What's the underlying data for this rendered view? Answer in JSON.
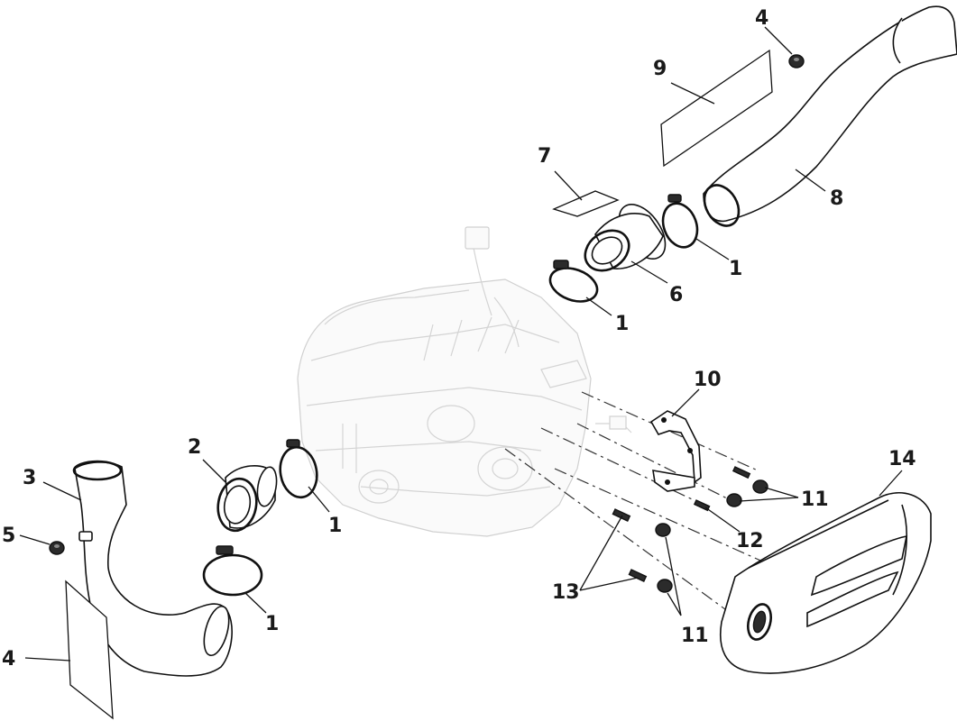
{
  "diagram": {
    "callouts": [
      {
        "id": "c1a",
        "label": "1"
      },
      {
        "id": "c1b",
        "label": "1"
      },
      {
        "id": "c1c",
        "label": "1"
      },
      {
        "id": "c1d",
        "label": "1"
      },
      {
        "id": "c2",
        "label": "2"
      },
      {
        "id": "c3",
        "label": "3"
      },
      {
        "id": "c4a",
        "label": "4"
      },
      {
        "id": "c4b",
        "label": "4"
      },
      {
        "id": "c5",
        "label": "5"
      },
      {
        "id": "c6",
        "label": "6"
      },
      {
        "id": "c7",
        "label": "7"
      },
      {
        "id": "c8",
        "label": "8"
      },
      {
        "id": "c9",
        "label": "9"
      },
      {
        "id": "c10",
        "label": "10"
      },
      {
        "id": "c11a",
        "label": "11"
      },
      {
        "id": "c11b",
        "label": "11"
      },
      {
        "id": "c12",
        "label": "12"
      },
      {
        "id": "c13",
        "label": "13"
      },
      {
        "id": "c14",
        "label": "14"
      }
    ]
  }
}
